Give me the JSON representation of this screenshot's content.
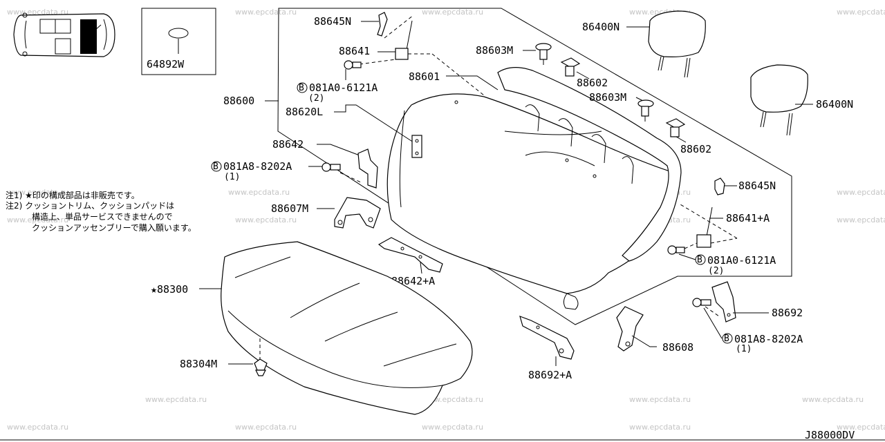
{
  "watermark": "www.epcdata.ru",
  "diagram_code": "J88000DV",
  "notes": {
    "line1": "注1) ★印の構成部品は非販売です。",
    "line2": "注2) クッショントリム、クッションパッドは",
    "line3": "構造上、単品サービスできませんので",
    "line4": "クッションアッセンブリーで購入願います。"
  },
  "labels": {
    "p64892W": "64892W",
    "p88645N_top": "88645N",
    "p88641": "88641",
    "p081A0_left": "081A0-6121A",
    "p081A0_left_qty": "(2)",
    "p88603M_top": "88603M",
    "p86400N_top": "86400N",
    "p88601": "88601",
    "p88602_top": "88602",
    "p88603M_mid": "88603M",
    "p86400N_right": "86400N",
    "p88602_mid": "88602",
    "p88600": "88600",
    "p88620L": "88620L",
    "p88642": "88642",
    "p081A8_left": "081A8-8202A",
    "p081A8_left_qty": "(1)",
    "p88607M": "88607M",
    "p88642A": "88642+A",
    "p88300": "★88300",
    "p88304M": "88304M",
    "p88692A": "88692+A",
    "p88645N_right": "88645N",
    "p88641A": "88641+A",
    "p081A0_right": "081A0-6121A",
    "p081A0_right_qty": "(2)",
    "p88692": "88692",
    "p88608": "88608",
    "p081A8_right": "081A8-8202A",
    "p081A8_right_qty": "(1)",
    "bolt_mark": "B"
  }
}
